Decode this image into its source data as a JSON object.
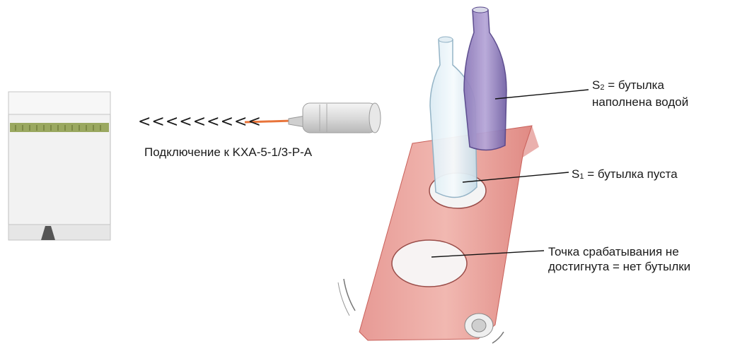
{
  "arrows": "<<<<<<<<<",
  "connection_label": "Подключение к KXA-5-1/3-P-A",
  "s2": {
    "symbol": "S",
    "index": "2",
    "line1": " = бутылка",
    "line2": "наполнена водой"
  },
  "s1": {
    "symbol": "S",
    "index": "1",
    "text": " = бутылка пуста"
  },
  "miss": {
    "line1": "Точка срабатывания не",
    "line2": "достигнута = нет бутылки"
  }
}
